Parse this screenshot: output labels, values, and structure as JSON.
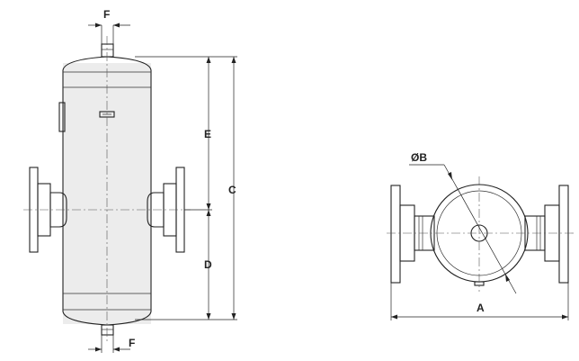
{
  "labels": {
    "f_top": "F",
    "f_bottom": "F",
    "e": "E",
    "d": "D",
    "c": "C",
    "diameter_b": "ØB",
    "a": "A"
  }
}
